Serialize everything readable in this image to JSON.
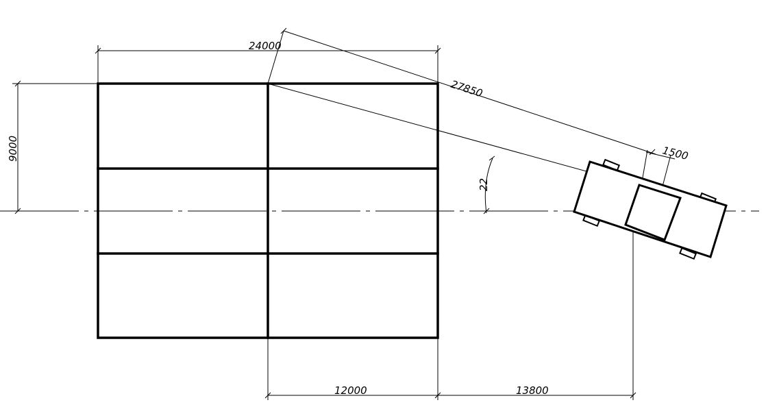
{
  "dimensions": {
    "total_width": "24000",
    "height": "9000",
    "half_width": "12000",
    "offset_to_car": "13800",
    "diagonal": "27850",
    "car_part": "1500",
    "angle": "22"
  }
}
